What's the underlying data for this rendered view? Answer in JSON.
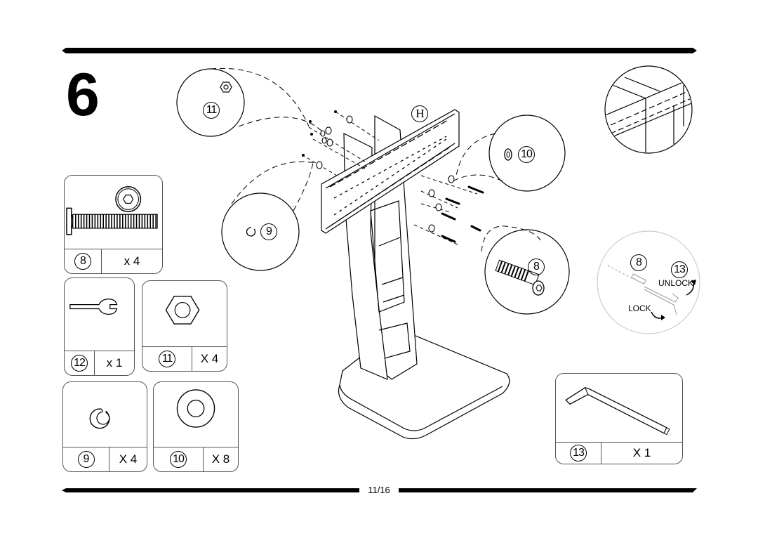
{
  "step": {
    "number": "6"
  },
  "parts": [
    {
      "id": "8",
      "qty": "x 4",
      "icon": "bolt-icon"
    },
    {
      "id": "12",
      "qty": "x 1",
      "icon": "open-wrench-icon"
    },
    {
      "id": "11",
      "qty": "X 4",
      "icon": "hex-nut-icon"
    },
    {
      "id": "9",
      "qty": "X 4",
      "icon": "spring-washer-icon"
    },
    {
      "id": "10",
      "qty": "X 8",
      "icon": "flat-washer-icon"
    },
    {
      "id": "13",
      "qty": "X 1",
      "icon": "allen-key-icon"
    }
  ],
  "callouts": {
    "nut": "11",
    "washer": "10",
    "spring_washer": "9",
    "bolt": "8",
    "bracket": "H"
  },
  "lock_detail": {
    "bolt": "8",
    "key": "13",
    "unlock": "UNLOCK",
    "lock": "LOCK"
  },
  "footer": {
    "page": "11/16"
  },
  "colors": {
    "ink": "#000000",
    "line": "#555555"
  }
}
